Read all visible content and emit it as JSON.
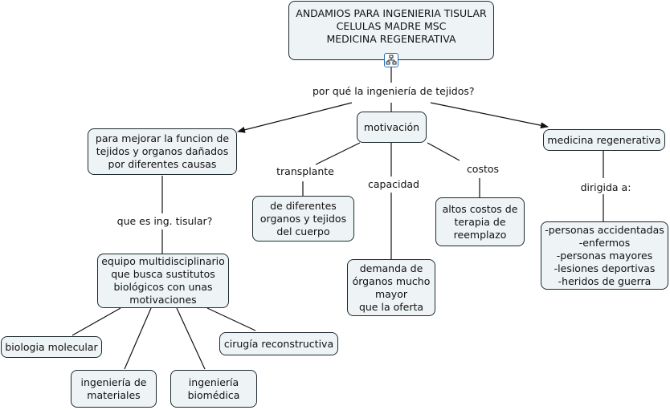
{
  "root": {
    "title": "ANDAMIOS PARA INGENIERIA TISULAR\nCELULAS MADRE MSC\nMEDICINA REGENERATIVA"
  },
  "icons": {
    "root_icon": "concept-map-icon"
  },
  "colors": {
    "node_fill": "#eef3f5",
    "node_border": "#1e2a30",
    "line": "#111111",
    "icon_accent": "#2c6fb8"
  },
  "labels": {
    "why": "por qué la ingeniería de tejidos?",
    "transplant": "transplante",
    "capacity": "capacidad",
    "costs": "costos",
    "what_is": "que es ing. tisular?",
    "directed_to": "dirigida a:"
  },
  "nodes": {
    "improve": "para  mejorar la funcion de\ntejidos y organos dañados\npor diferentes causas",
    "motivation": "motivación",
    "regen": "medicina regenerativa",
    "organs": "de diferentes\norganos y tejidos\ndel cuerpo",
    "demand": "demanda de\nórganos mucho\nmayor\nque la oferta",
    "costs_high": "altos costos de\nterapia de\nreemplazo",
    "patients": "-personas accidentadas\n-enfermos\n-personas mayores\n-lesiones deportivas\n-heridos de guerra",
    "team": "equipo multidisciplinario\nque busca sustitutos\nbiológicos con unas\nmotivaciones",
    "biology": "biologia molecular",
    "materials": "ingeniería de\nmateriales",
    "biomedical": "ingeniería\nbiomédica",
    "reconstructive": "cirugía reconstructiva"
  }
}
